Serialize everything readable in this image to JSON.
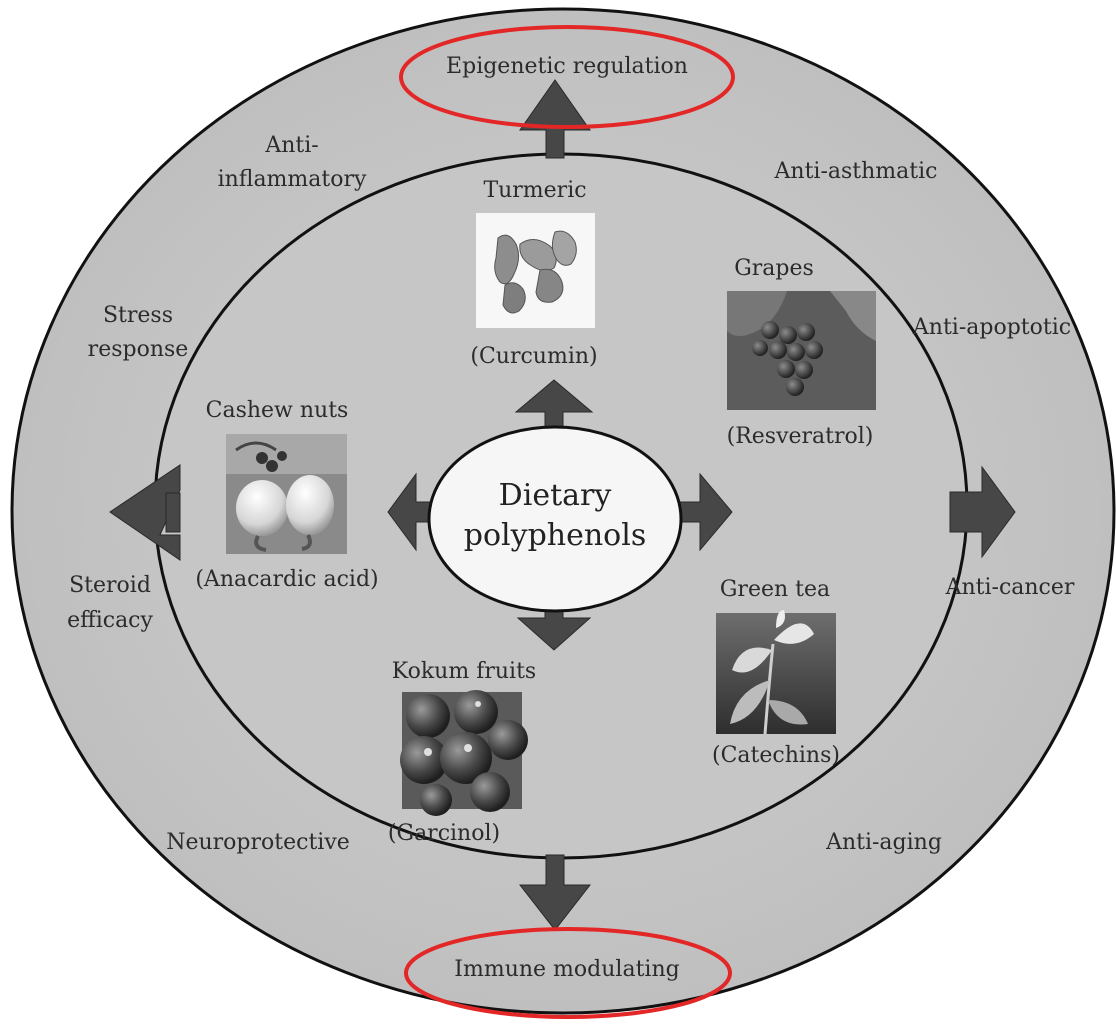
{
  "colors": {
    "ring_fill": "#c8c8c8",
    "ring_stroke": "#111111",
    "center_fill": "#f4f4f4",
    "arrow_fill": "#474747",
    "highlight": "#e32626"
  },
  "center": {
    "line1": "Dietary",
    "line2": "polyphenols"
  },
  "outer_effects": {
    "top": "Epigenetic regulation",
    "bottom": "Immune modulating",
    "anti_inflammatory_1": "Anti-",
    "anti_inflammatory_2": "inflammatory",
    "anti_asthmatic": "Anti-asthmatic",
    "stress_1": "Stress",
    "stress_2": "response",
    "anti_apoptotic": "Anti-apoptotic",
    "steroid_1": "Steroid",
    "steroid_2": "efficacy",
    "anti_cancer": "Anti-cancer",
    "neuroprotective": "Neuroprotective",
    "anti_aging": "Anti-aging"
  },
  "sources": {
    "turmeric": {
      "name": "Turmeric",
      "compound": "(Curcumin)",
      "icon": "turmeric-photo"
    },
    "grapes": {
      "name": "Grapes",
      "compound": "(Resveratrol)",
      "icon": "grapes-photo"
    },
    "cashew": {
      "name": "Cashew nuts",
      "compound": "(Anacardic acid)",
      "icon": "cashew-photo"
    },
    "green_tea": {
      "name": "Green tea",
      "compound": "(Catechins)",
      "icon": "green-tea-photo"
    },
    "kokum": {
      "name": "Kokum fruits",
      "compound": "(Garcinol)",
      "icon": "kokum-photo"
    }
  }
}
